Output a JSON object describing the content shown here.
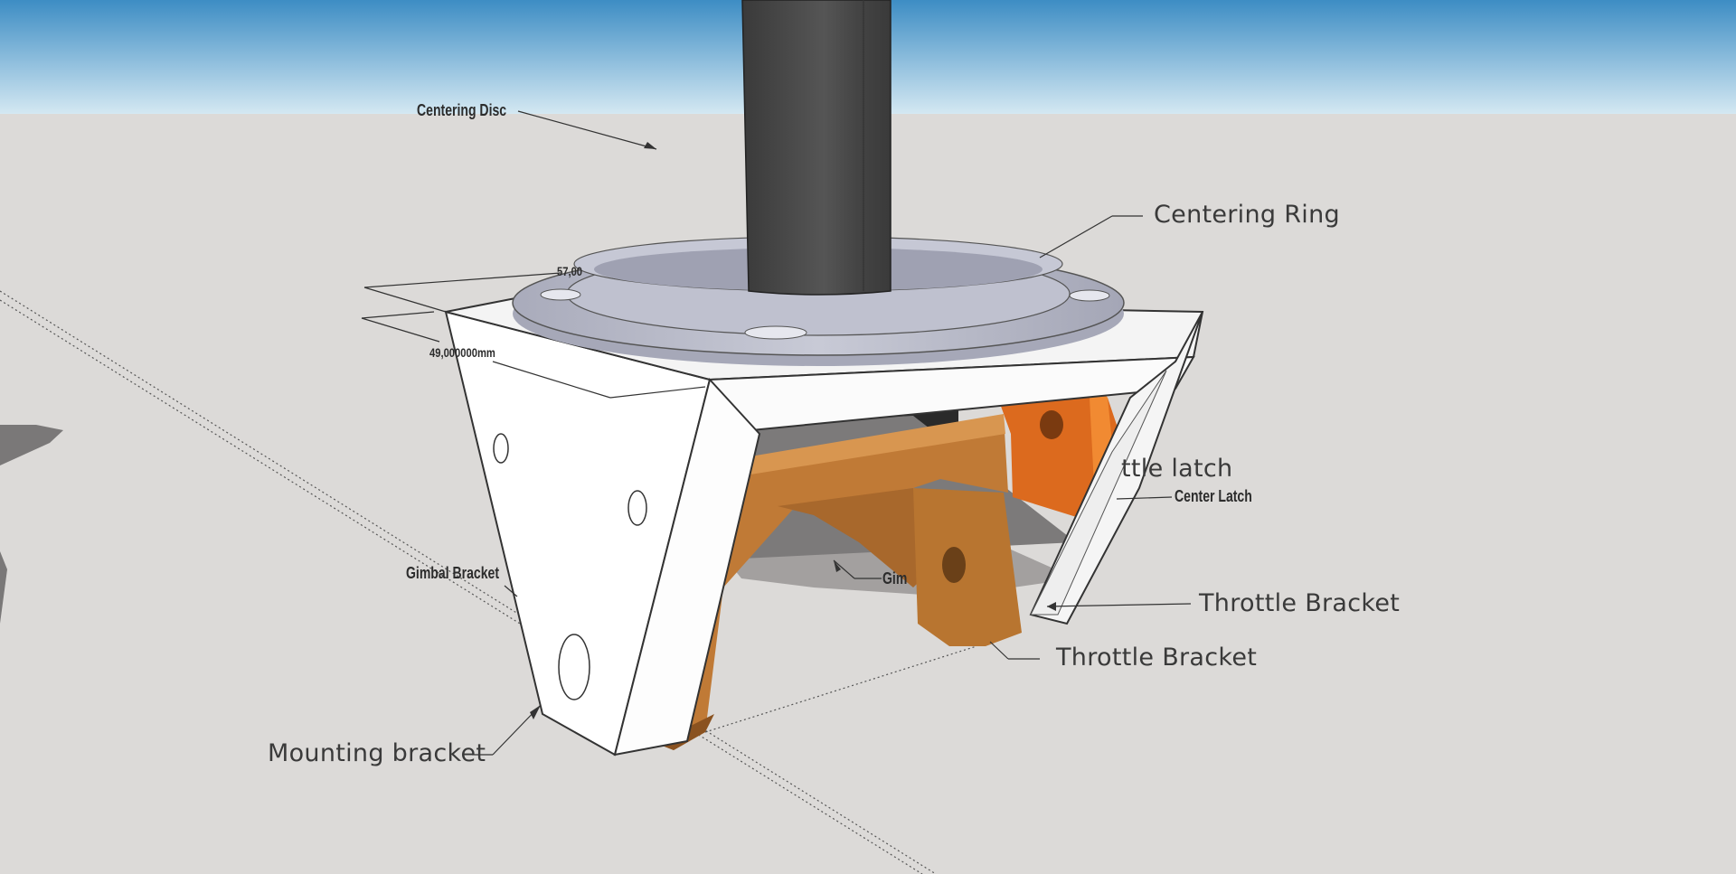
{
  "labels": {
    "centering_disc": "Centering Disc",
    "centering_ring": "Centering Ring",
    "dimension_top": "57,00",
    "dimension_side": "49,000000mm",
    "throttle_latch_partial": "ttle latch",
    "center_latch": "Center Latch",
    "gimbal_bracket": "Gimbal Bracket",
    "gimbal_partial": "Gim",
    "throttle_bracket_right": "Throttle Bracket",
    "throttle_bracket_lower": "Throttle Bracket",
    "mounting_bracket": "Mounting bracket"
  },
  "colors": {
    "sky_top": "#3f8fc6",
    "sky_bottom": "#d6e9f3",
    "ground": "#dcdad8",
    "stick": "#4a4a4a",
    "ring": "#b8bac8",
    "bracket": "#ffffff",
    "gimbal_orange": "#c9823c",
    "latch_orange": "#f0822a"
  }
}
